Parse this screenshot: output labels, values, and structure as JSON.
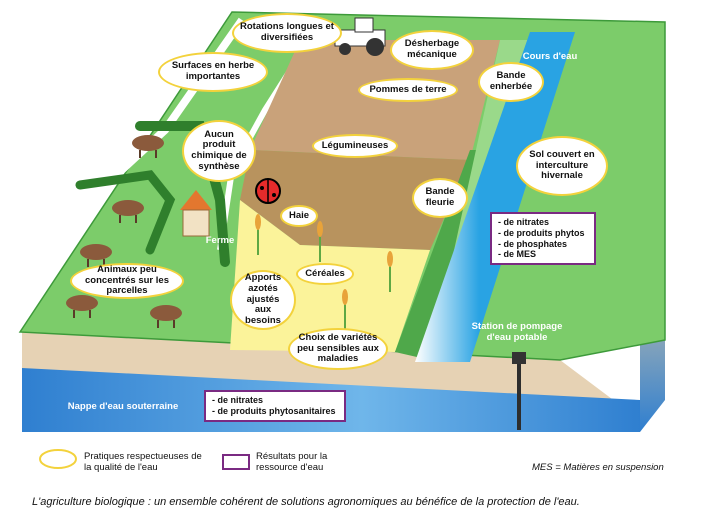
{
  "labels": {
    "rotations": "Rotations longues et diversifiées",
    "desherbage": "Désherbage mécanique",
    "surfaces_herbe": "Surfaces en herbe importantes",
    "bande_enherbee": "Bande enherbée",
    "cours_eau": "Cours d'eau",
    "pommes_de_terre": "Pommes de terre",
    "aucun_produit": "Aucun produit chimique de synthèse",
    "legumineuses": "Légumineuses",
    "sol_couvert": "Sol couvert en interculture hivernale",
    "bande_fleurie": "Bande fleurie",
    "haie": "Haie",
    "ferme": "Ferme",
    "animaux": "Animaux peu concentrés sur les parcelles",
    "cereales": "Céréales",
    "apports_azotes": "Apports azotés ajustés aux besoins",
    "choix_varietes": "Choix de variétés peu sensibles aux maladies",
    "station_pompage": "Station de pompage d'eau potable",
    "nappe": "Nappe d'eau souterraine"
  },
  "results_surface": [
    "- de nitrates",
    "- de produits phytos",
    "- de phosphates",
    "- de MES"
  ],
  "results_nappe": [
    "- de nitrates",
    "- de produits phytosanitaires"
  ],
  "legend": {
    "practices": "Pratiques respectueuses de la qualité de l'eau",
    "results": "Résultats pour la ressource d'eau",
    "mes_note": "MES = Matières en suspension"
  },
  "caption": "L'agriculture biologique : un ensemble cohérent de solutions agronomiques au bénéfice de la protection de l'eau.",
  "colors": {
    "grass": "#7ccc6a",
    "grass_dark": "#3d9a3a",
    "soil": "#c9a27a",
    "cereal_field": "#fbf39a",
    "river": "#29a3e3",
    "groundwater": "#2f7fd0",
    "practice_outline": "#f3d23c",
    "result_outline": "#7a2a82"
  },
  "icons": [
    "tractor-icon",
    "ladybug-icon",
    "cow-icon",
    "farmhouse-icon",
    "pump-icon",
    "wheat-icon"
  ]
}
